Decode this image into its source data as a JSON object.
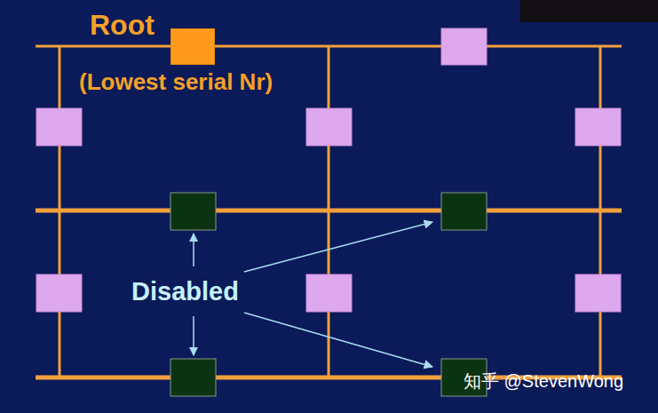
{
  "diagram": {
    "nodes": [
      {
        "text": [
          "Root",
          "(Lowest serial Nr)"
        ]
      }
    ],
    "labels": [
      "Disabled",
      "知乎 @StevenWong"
    ]
  }
}
